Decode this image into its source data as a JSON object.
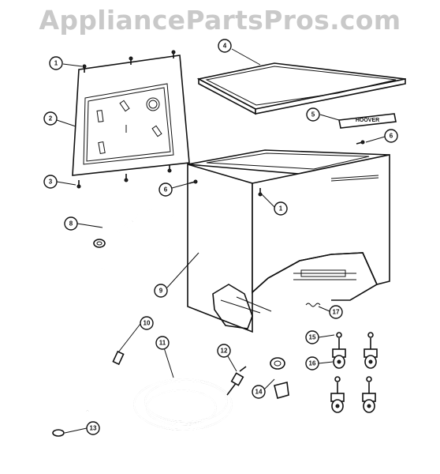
{
  "watermark": "AppliancePartsPros.com",
  "nameplate_text": "HOOVER",
  "callouts": [
    {
      "id": "c1a",
      "label": "1"
    },
    {
      "id": "c2",
      "label": "2"
    },
    {
      "id": "c3",
      "label": "3"
    },
    {
      "id": "c4",
      "label": "4"
    },
    {
      "id": "c5",
      "label": "5"
    },
    {
      "id": "c6a",
      "label": "6"
    },
    {
      "id": "c6b",
      "label": "6"
    },
    {
      "id": "c1b",
      "label": "1"
    },
    {
      "id": "c8",
      "label": "8"
    },
    {
      "id": "c9",
      "label": "9"
    },
    {
      "id": "c10",
      "label": "10"
    },
    {
      "id": "c11",
      "label": "11"
    },
    {
      "id": "c12",
      "label": "12"
    },
    {
      "id": "c13",
      "label": "13"
    },
    {
      "id": "c14",
      "label": "14"
    },
    {
      "id": "c15",
      "label": "15"
    },
    {
      "id": "c16",
      "label": "16"
    },
    {
      "id": "c17",
      "label": "17"
    }
  ]
}
